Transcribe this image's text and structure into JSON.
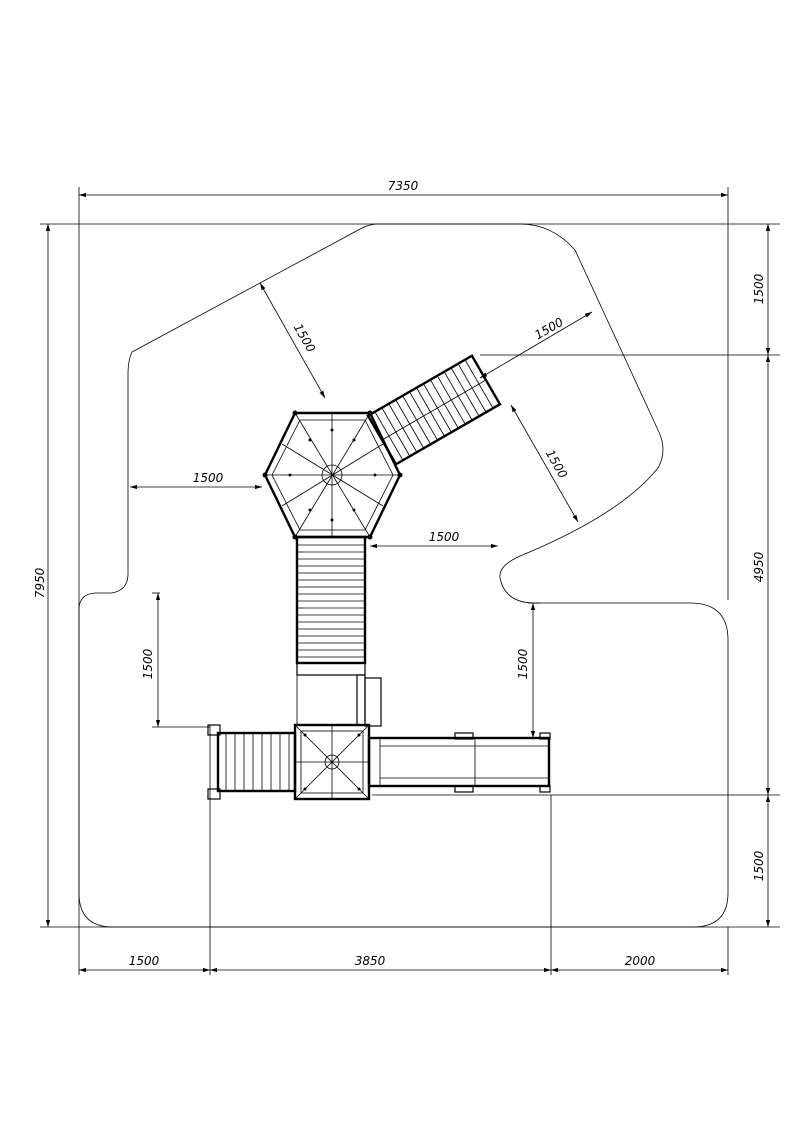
{
  "dimensions": {
    "overall_width": "7350",
    "overall_height": "7950",
    "right_top": "1500",
    "right_middle": "4950",
    "right_bottom": "1500",
    "bottom_left": "1500",
    "bottom_middle": "3850",
    "bottom_right": "2000",
    "clearance_upper_left": "1500",
    "clearance_left_hex": "1500",
    "clearance_right_hex": "1500",
    "clearance_slide_side": "1500",
    "clearance_slide_end": "1500",
    "clearance_left_lower": "1500",
    "clearance_right_lower": "1500"
  },
  "colors": {
    "line": "#000000",
    "background": "#ffffff"
  }
}
